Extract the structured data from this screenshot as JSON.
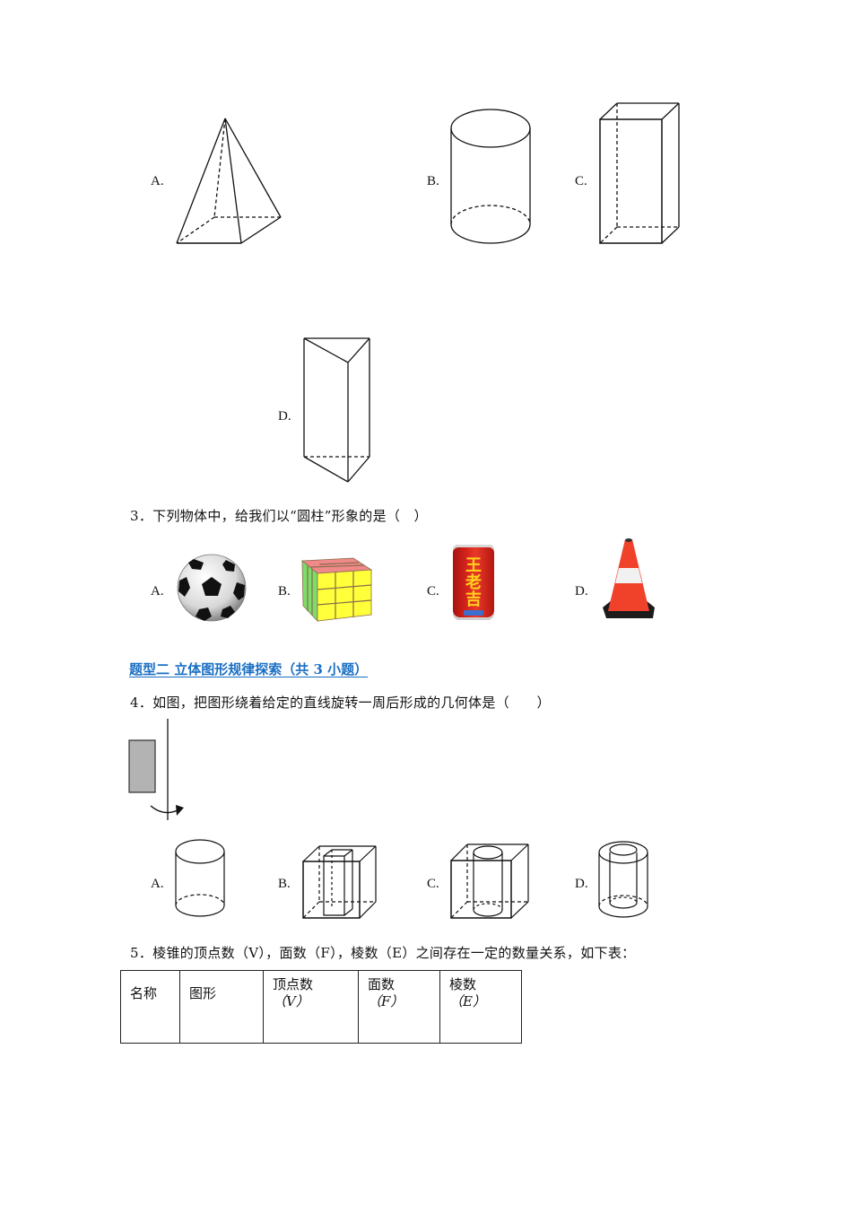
{
  "question2_options": [
    {
      "label": "A.",
      "shape": "square-pyramid-icon"
    },
    {
      "label": "B.",
      "shape": "cylinder-icon"
    },
    {
      "label": "C.",
      "shape": "rectangular-prism-icon"
    },
    {
      "label": "D.",
      "shape": "triangular-prism-icon"
    }
  ],
  "question3": {
    "text": "3．下列物体中，给我们以“圆柱”形象的是（　）",
    "options": [
      {
        "label": "A.",
        "image": "soccer-ball-image"
      },
      {
        "label": "B.",
        "image": "rubiks-cube-image"
      },
      {
        "label": "C.",
        "image": "drink-can-image",
        "can_text": "王老吉"
      },
      {
        "label": "D.",
        "image": "traffic-cone-image"
      }
    ]
  },
  "section2": {
    "heading": "题型二  立体图形规律探索（共 3 小题）",
    "color": "#1a6fc4"
  },
  "question4": {
    "text": "4．如图，把图形绕着给定的直线旋转一周后形成的几何体是（　　）",
    "options": [
      {
        "label": "A.",
        "shape": "cylinder-icon"
      },
      {
        "label": "B.",
        "shape": "cube-with-square-hole-icon"
      },
      {
        "label": "C.",
        "shape": "cube-with-cylinder-hole-icon"
      },
      {
        "label": "D.",
        "shape": "hollow-cylinder-icon"
      }
    ]
  },
  "question5": {
    "text": "5．棱锥的顶点数（V），面数（F），棱数（E）之间存在一定的数量关系，如下表：",
    "table": {
      "headers": [
        {
          "main": "名称",
          "sub": ""
        },
        {
          "main": "图形",
          "sub": ""
        },
        {
          "main": "顶点数",
          "sub": "（V）"
        },
        {
          "main": "面数",
          "sub": "（F）"
        },
        {
          "main": "棱数",
          "sub": "（E）"
        }
      ]
    }
  }
}
